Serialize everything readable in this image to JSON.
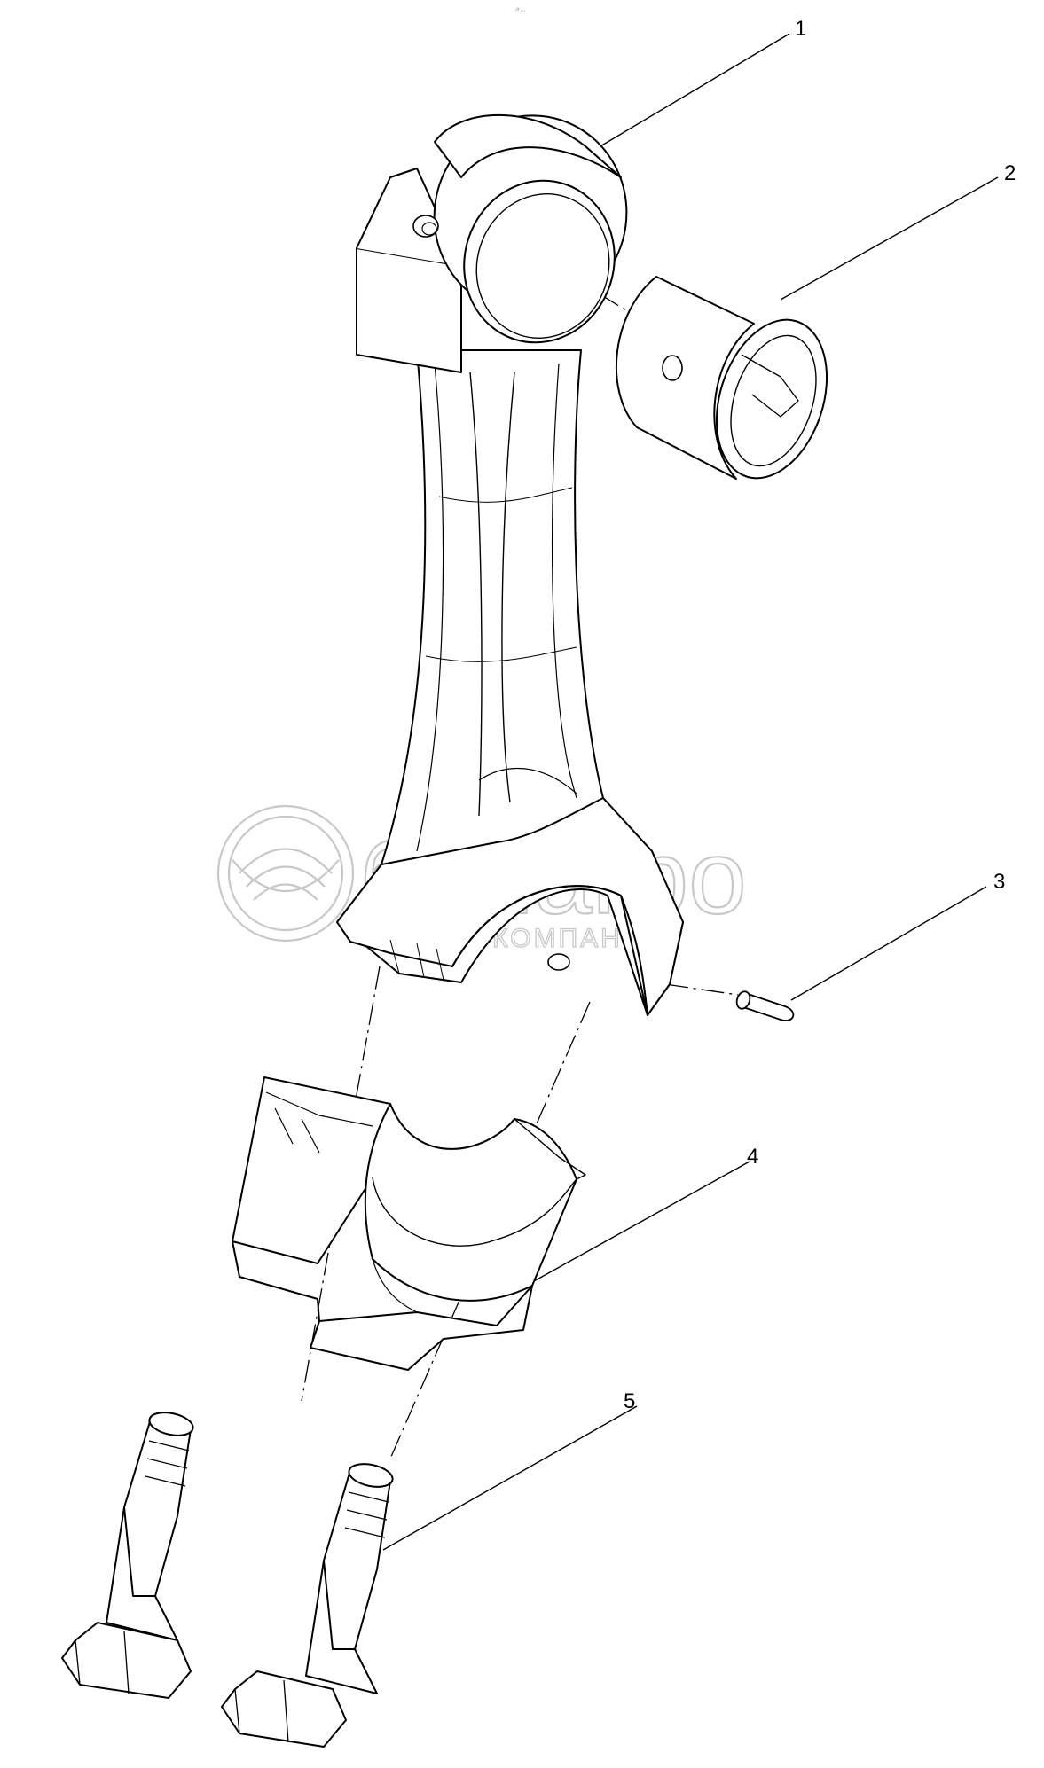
{
  "header": {
    "tiny_mark": "·º ∙∙∙"
  },
  "watermark": {
    "name": "белагро",
    "tagline": "ГРУППА КОМПАНИЙ"
  },
  "callouts": [
    {
      "id": "1"
    },
    {
      "id": "2"
    },
    {
      "id": "3"
    },
    {
      "id": "4"
    },
    {
      "id": "5"
    }
  ],
  "colors": {
    "line": "#000000",
    "watermark": "#c8c8c8",
    "background": "#ffffff"
  }
}
